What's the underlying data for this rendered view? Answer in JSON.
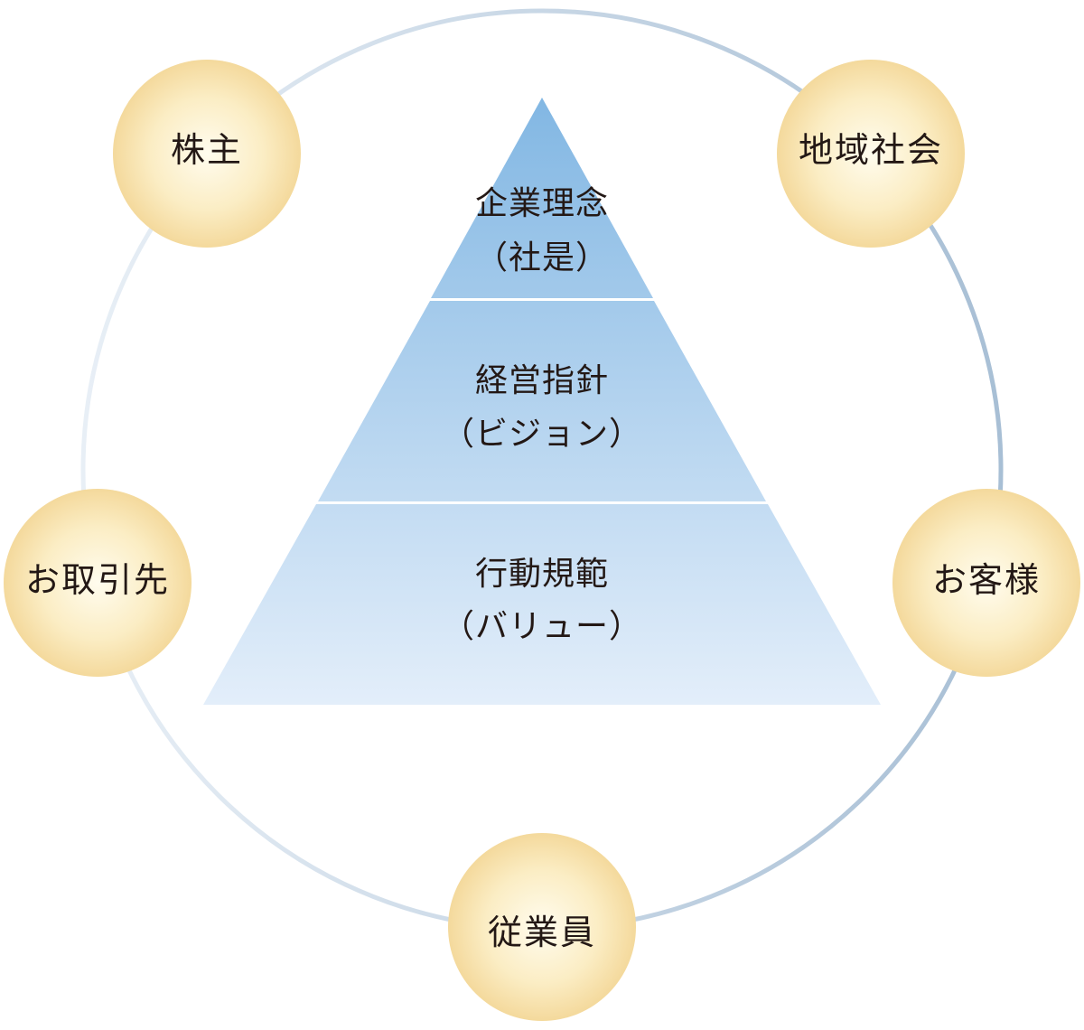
{
  "diagram": {
    "stakeholders": [
      {
        "id": "shareholders",
        "label": "株主"
      },
      {
        "id": "community",
        "label": "地域社会"
      },
      {
        "id": "partners",
        "label": "お取引先"
      },
      {
        "id": "customers",
        "label": "お客様"
      },
      {
        "id": "employees",
        "label": "従業員"
      }
    ],
    "pyramid": {
      "top": {
        "line1": "企業理念",
        "line2": "（社是）"
      },
      "middle": {
        "line1": "経営指針",
        "line2": "（ビジョン）"
      },
      "bottom": {
        "line1": "行動規範",
        "line2": "（バリュー）"
      }
    }
  },
  "colors": {
    "ring_light": "#e6eef6",
    "ring_dark": "#a9c0d6",
    "node_center": "#fffbea",
    "node_edge": "#f5dca2",
    "pyramid_top": "#86b9e4",
    "pyramid_bottom": "#e2eefa",
    "text": "#231815"
  }
}
